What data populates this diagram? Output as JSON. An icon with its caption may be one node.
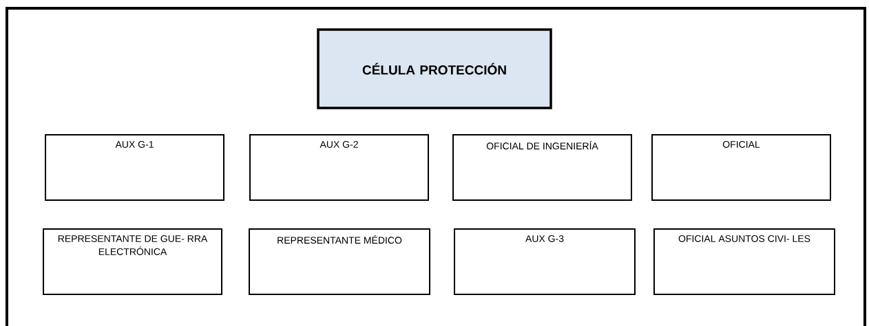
{
  "diagram": {
    "nodes": [
      {
        "text": [
          "CÉLULA PROTECCIÓN"
        ]
      },
      {
        "text": [
          "AUX G-1"
        ]
      },
      {
        "text": [
          "AUX G-2"
        ]
      },
      {
        "text": [
          "OFICIAL DE INGENIERÍA"
        ]
      },
      {
        "text": [
          "OFICIAL"
        ]
      },
      {
        "text": [
          "REPRESENTANTE DE GUE- RRA ELECTRÓNICA"
        ]
      },
      {
        "text": [
          "REPRESENTANTE MÉDICO"
        ]
      },
      {
        "text": [
          "AUX G-3"
        ]
      },
      {
        "text": [
          "OFICIAL ASUNTOS CIVI- LES"
        ]
      }
    ]
  }
}
